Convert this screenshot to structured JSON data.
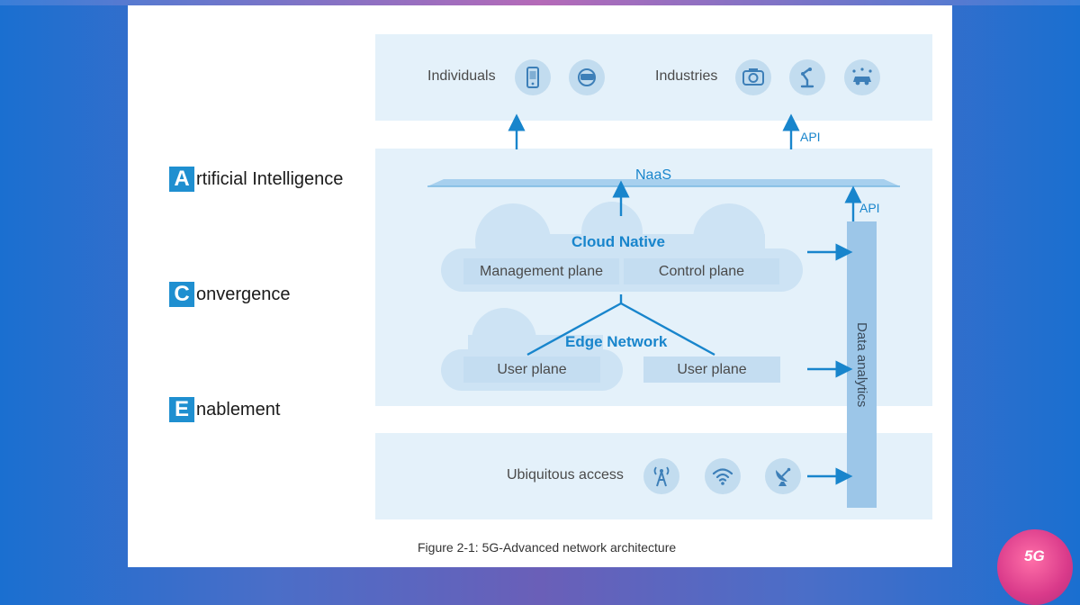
{
  "acronym": [
    {
      "letter": "A",
      "rest": "rtificial Intelligence"
    },
    {
      "letter": "C",
      "rest": "onvergence"
    },
    {
      "letter": "E",
      "rest": "nablement"
    }
  ],
  "top_layer": {
    "individuals_label": "Individuals",
    "industries_label": "Industries",
    "individual_icons": [
      "smartphone-icon",
      "vr-headset-icon"
    ],
    "industry_icons": [
      "camera-icon",
      "robot-arm-icon",
      "connected-car-icon"
    ]
  },
  "api_label_top": "API",
  "api_label_side": "API",
  "naas_label": "NaaS",
  "cloud_native": {
    "title": "Cloud Native",
    "management_plane": "Management plane",
    "control_plane": "Control plane"
  },
  "edge_network": {
    "title": "Edge Network",
    "user_plane_left": "User plane",
    "user_plane_right": "User plane"
  },
  "data_analytics_label": "Data analytics",
  "access_layer": {
    "label": "Ubiquitous access",
    "icons": [
      "cell-tower-icon",
      "wifi-icon",
      "satellite-dish-icon"
    ]
  },
  "figure_caption": "Figure 2-1: 5G-Advanced network architecture",
  "badge_text": "5G",
  "colors": {
    "accent": "#1f8fd0",
    "band": "#e4f1fa",
    "box": "#c4ddf1",
    "arrow": "#1885cc",
    "data_bar": "#9cc6e8"
  }
}
